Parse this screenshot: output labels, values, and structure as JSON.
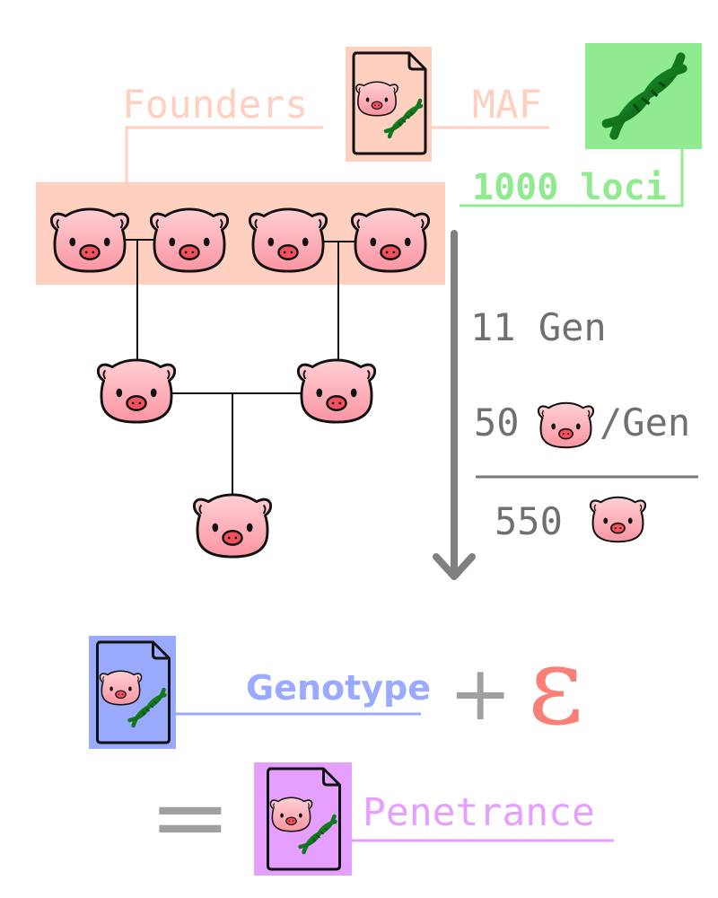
{
  "labels": {
    "founders": "Founders",
    "maf": "MAF",
    "loci": "1000 loci",
    "generations": "11 Gen",
    "per_gen_count": "50",
    "per_gen_unit": "/Gen",
    "total": "550",
    "genotype": "Genotype",
    "plus": "+",
    "epsilon": "ε",
    "equals": "=",
    "penetrance": "Penetrance"
  },
  "colors": {
    "founders": "#ffcfc0",
    "dna_box": "#90ea90",
    "genotype": "#99aaff",
    "penetrance": "#e5a0ff",
    "epsilon": "#fa7f77",
    "gray": "#7a7a7a"
  }
}
